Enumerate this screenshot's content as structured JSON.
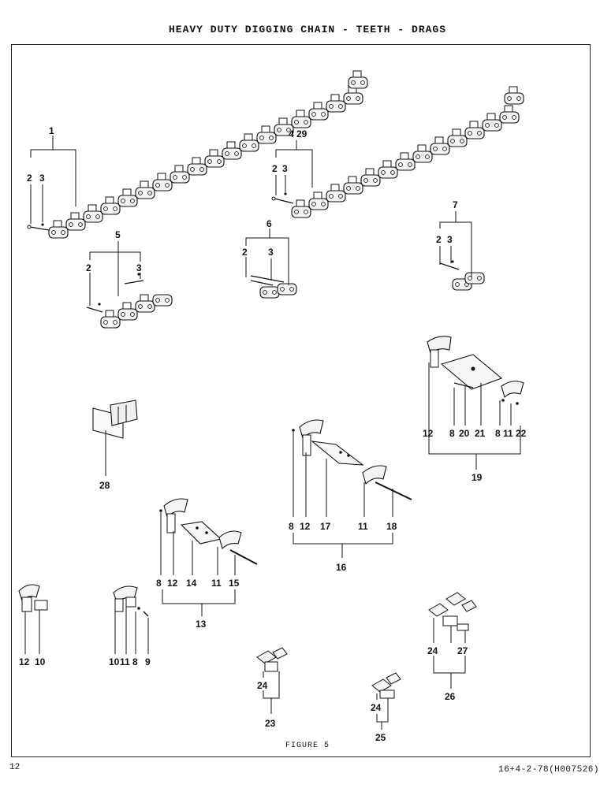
{
  "header": {
    "title": "HEAVY DUTY DIGGING CHAIN - TEETH - DRAGS"
  },
  "figure": {
    "caption": "FIGURE 5",
    "callouts": {
      "c1": "1",
      "c2a": "2",
      "c3a": "3",
      "c4_29": "4 29",
      "c2b": "2",
      "c3b": "3",
      "c5": "5",
      "c2c": "2",
      "c3c": "3",
      "c6": "6",
      "c2d": "2",
      "c3d": "3",
      "c7": "7",
      "c2e": "2",
      "c3e": "3",
      "c28": "28",
      "c12a": "12",
      "c8a": "8",
      "c20": "20",
      "c21": "21",
      "c8b": "8",
      "c11a": "11",
      "c22": "22",
      "c19": "19",
      "c8c": "8",
      "c12b": "12",
      "c17": "17",
      "c11b": "11",
      "c18": "18",
      "c16": "16",
      "c8d": "8",
      "c12c": "12",
      "c14": "14",
      "c11c": "11",
      "c15": "15",
      "c13": "13",
      "c12d": "12",
      "c10a": "10",
      "c10b": "10",
      "c11d": "11",
      "c8e": "8",
      "c9": "9",
      "c24a": "24",
      "c23": "23",
      "c24b": "24",
      "c25": "25",
      "c24c": "24",
      "c27": "27",
      "c26": "26"
    }
  },
  "footer": {
    "page_number": "12",
    "doc_ref": "16+4-2-78(H007526)"
  }
}
